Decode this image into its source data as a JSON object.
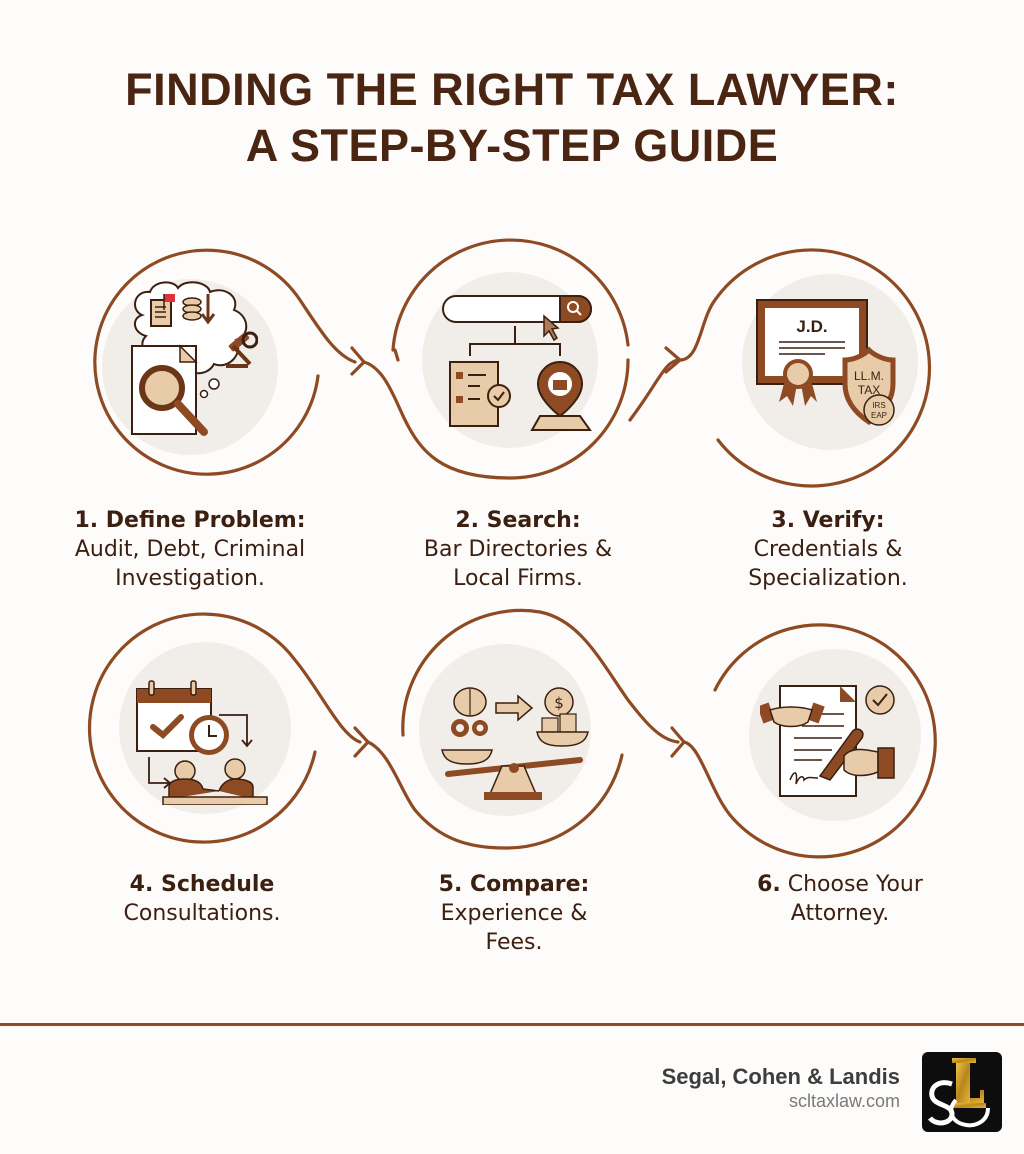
{
  "header": {
    "title_line1": "FINDING THE RIGHT TAX LAWYER:",
    "title_line2": "A STEP-BY-STEP GUIDE"
  },
  "colors": {
    "ring": "#8e4a22",
    "disc": "#f1eeea",
    "dark_brown": "#6b3518",
    "tan": "#e8cba8",
    "flag_red": "#e0313a",
    "title": "#4a2512",
    "text": "#3b1f10"
  },
  "steps": [
    {
      "number": "1.",
      "heading": "1. Define Problem:",
      "lines": [
        "Audit, Debt, Criminal",
        "Investigation."
      ],
      "icon": "problem-thought-bubble-icon"
    },
    {
      "number": "2.",
      "heading": "2. Search:",
      "lines": [
        "Bar Directories &",
        "Local Firms."
      ],
      "icon": "search-directory-icon"
    },
    {
      "number": "3.",
      "heading": "3. Verify:",
      "lines": [
        "Credentials &",
        "Specialization."
      ],
      "icon": "credentials-certificate-icon",
      "badges": {
        "certificate": "J.D.",
        "shield_line1": "LL.M.",
        "shield_line2": "TAX",
        "seal_line1": "IRS",
        "seal_line2": "EAP"
      }
    },
    {
      "number": "4.",
      "heading": "4. Schedule",
      "lines": [
        "Consultations."
      ],
      "icon": "schedule-meeting-icon"
    },
    {
      "number": "5.",
      "heading": "5. Compare:",
      "lines": [
        "Experience &",
        "Fees."
      ],
      "icon": "compare-scale-icon",
      "currency_symbol": "$"
    },
    {
      "number": "6.",
      "heading_bold": "6.",
      "heading_rest": " Choose Your",
      "lines": [
        "Attorney."
      ],
      "icon": "sign-agreement-icon"
    }
  ],
  "footer": {
    "firm_name": "Segal, Cohen & Landis",
    "website": "scltaxlaw.com",
    "logo_letters": "SCL"
  }
}
